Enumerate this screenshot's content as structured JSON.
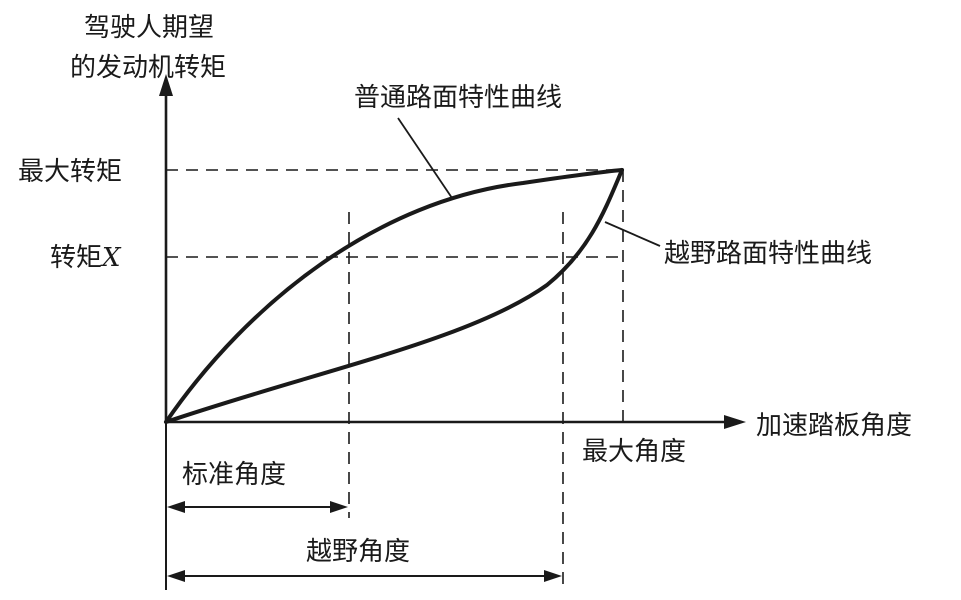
{
  "diagram": {
    "y_axis_label_line1": "驾驶人期望",
    "y_axis_label_line2": "的发动机转矩",
    "x_axis_label": "加速踏板角度",
    "max_torque_label": "最大转矩",
    "torque_x_label_prefix": "转矩",
    "torque_x_label_var": "X",
    "normal_curve_label": "普通路面特性曲线",
    "offroad_curve_label": "越野路面特性曲线",
    "max_angle_label": "最大角度",
    "standard_angle_label": "标准角度",
    "offroad_angle_label": "越野角度"
  }
}
